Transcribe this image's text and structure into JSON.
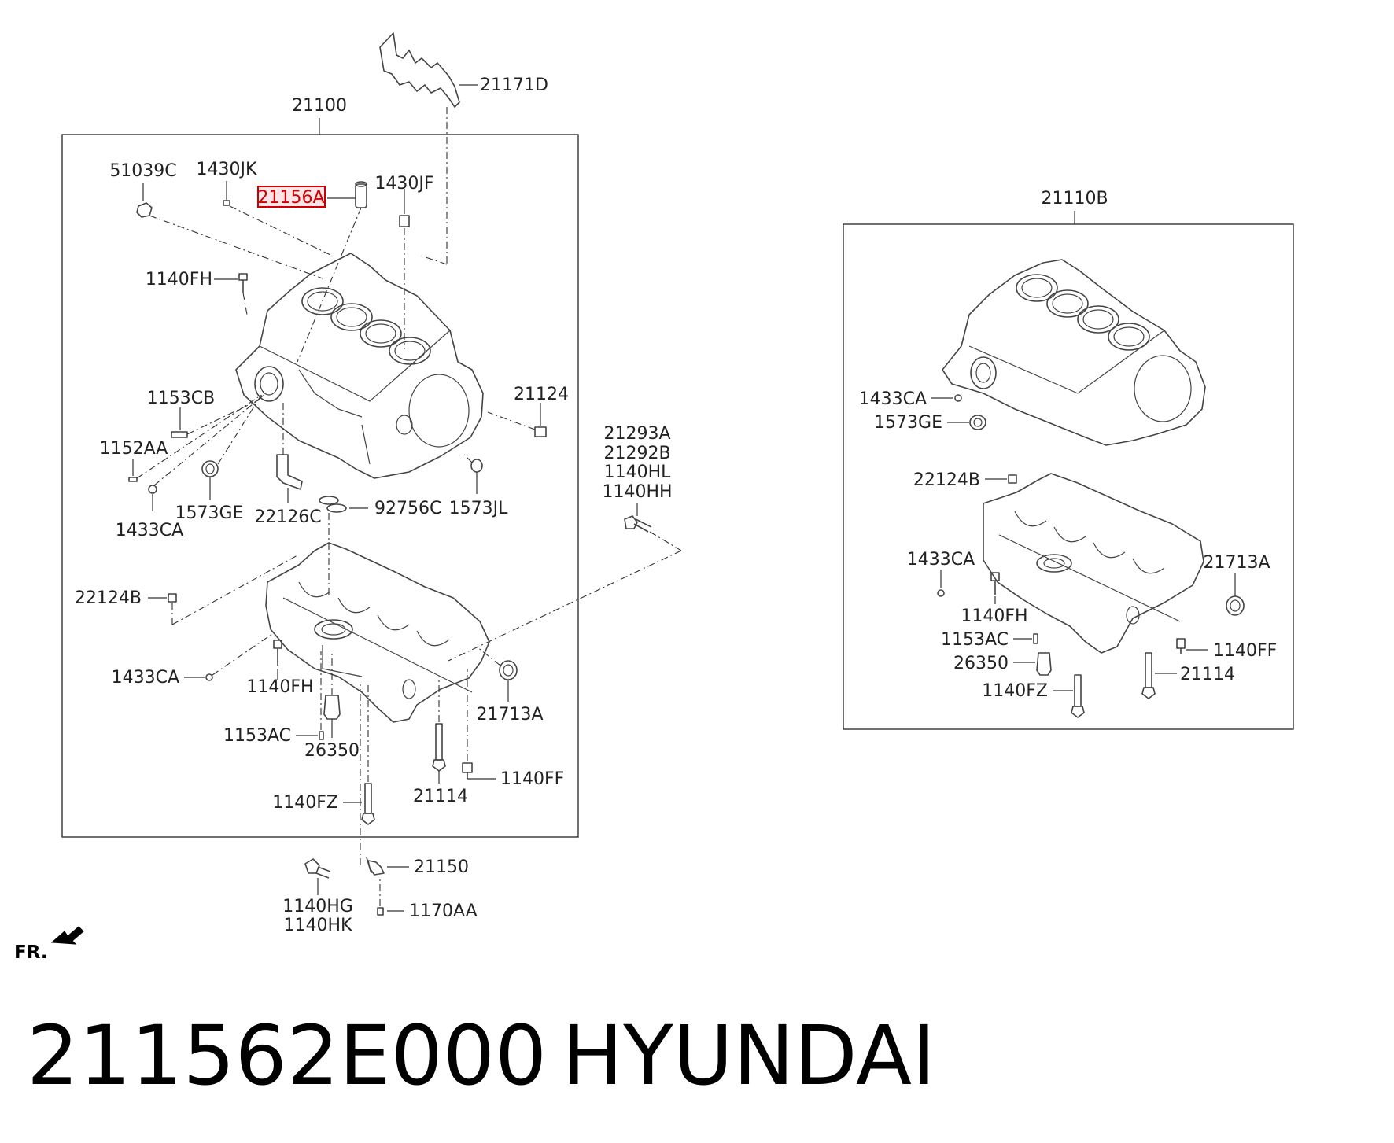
{
  "diagram": {
    "highlight_color": "#cc0000",
    "highlight_fill": "#fde4e6",
    "left_assembly": {
      "ref": "21100",
      "labels": [
        "51039C",
        "1430JK",
        "21156A",
        "1430JF",
        "1140FH",
        "1153CB",
        "1152AA",
        "1433CA",
        "1573GE",
        "22126C",
        "92756C",
        "1573JL",
        "21124",
        "22124B",
        "1433CA",
        "1140FH",
        "1153AC",
        "26350",
        "21713A",
        "1140FF",
        "21114",
        "1140FZ"
      ],
      "highlighted_label": "21156A"
    },
    "outside_labels": [
      "21171D",
      "21293A",
      "21292B",
      "1140HL",
      "1140HH",
      "21150",
      "1140HG",
      "1140HK",
      "1170AA"
    ],
    "right_assembly": {
      "ref": "21110B",
      "labels": [
        "1433CA",
        "1573GE",
        "22124B",
        "1433CA",
        "21713A",
        "1140FH",
        "1153AC",
        "26350",
        "1140FF",
        "21114",
        "1140FZ"
      ]
    },
    "direction_label": "FR.",
    "direction_icon": "front-arrow-icon"
  },
  "caption": {
    "part_number": "211562E000",
    "brand": "HYUNDAI"
  }
}
